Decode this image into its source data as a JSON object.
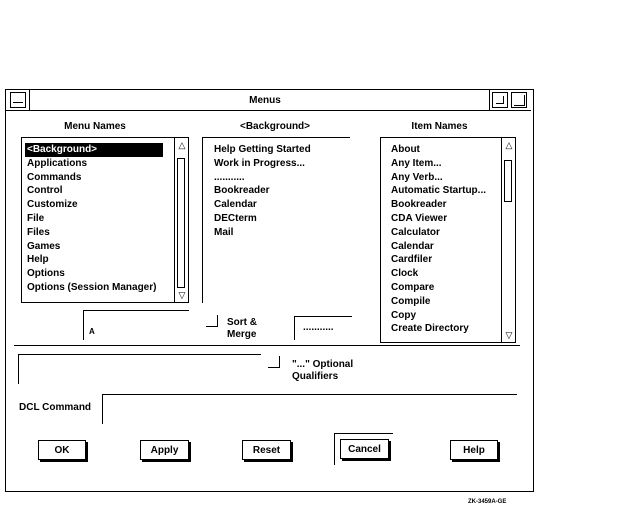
{
  "window": {
    "title": "Menus"
  },
  "columns": {
    "menu_names": "Menu Names",
    "background": "<Background>",
    "item_names": "Item Names"
  },
  "menu_list": [
    "<Background>",
    "Applications",
    "Commands",
    "Control",
    "Customize",
    "File",
    "Files",
    "Games",
    "Help",
    "Options",
    "Options (Session Manager)"
  ],
  "background_list": [
    "Help Getting Started",
    "Work in Progress...",
    "...........",
    "Bookreader",
    "Calendar",
    "DECterm",
    "Mail"
  ],
  "item_list": [
    "About",
    "Any Item...",
    "Any Verb...",
    "Automatic Startup...",
    "Bookreader",
    "CDA Viewer",
    "Calculator",
    "Calendar",
    "Cardfiler",
    "Clock",
    "Compare",
    "Compile",
    "Copy",
    "Create Directory"
  ],
  "menu_field_value": "A",
  "sort_merge": {
    "line1": "Sort &",
    "line2": "Merge"
  },
  "separator_field": "...........",
  "optional": {
    "line1": "\"...\" Optional",
    "line2": "Qualifiers"
  },
  "dcl_label": "DCL Command",
  "buttons": {
    "ok": "OK",
    "apply": "Apply",
    "reset": "Reset",
    "cancel": "Cancel",
    "help": "Help"
  },
  "figure_id": "ZK-3459A-GE"
}
